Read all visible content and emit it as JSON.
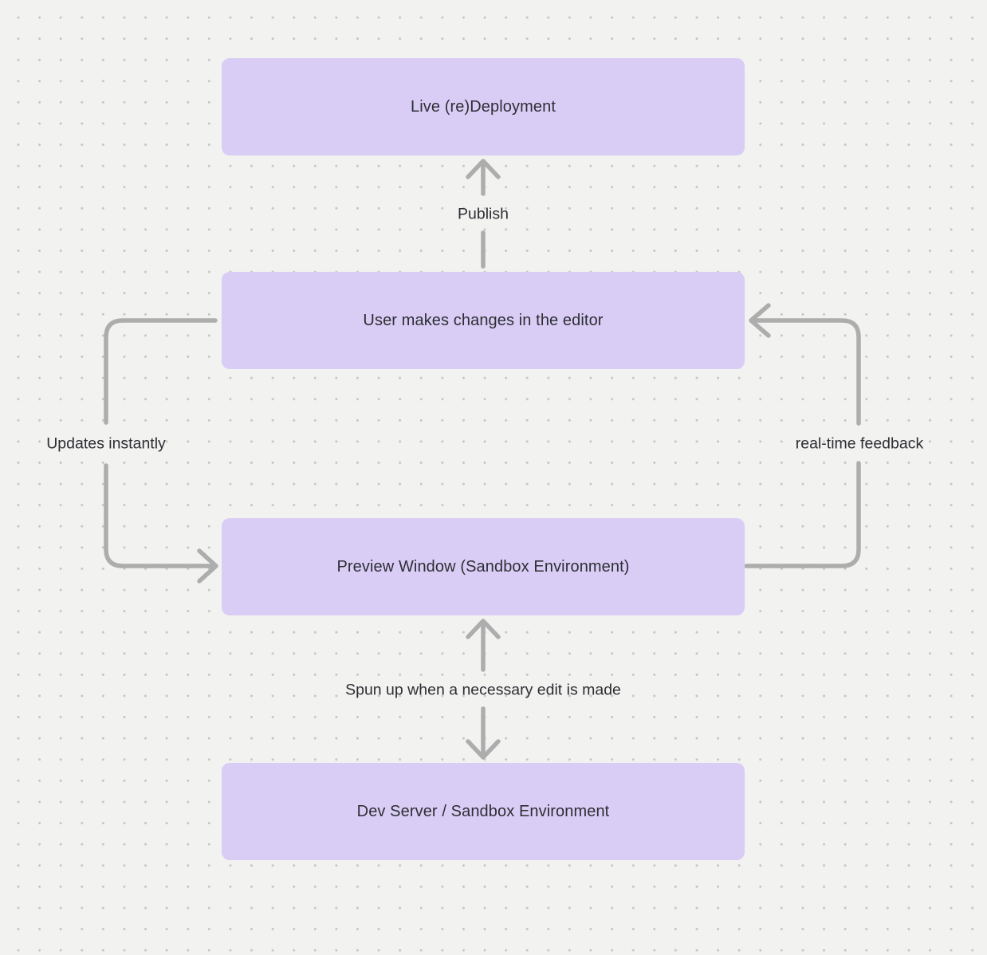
{
  "diagram": {
    "nodes": [
      {
        "id": "live-redeployment",
        "label": "Live (re)Deployment"
      },
      {
        "id": "editor-changes",
        "label": "User makes changes in the editor"
      },
      {
        "id": "preview-window",
        "label": "Preview Window (Sandbox Environment)"
      },
      {
        "id": "dev-server",
        "label": "Dev Server / Sandbox Environment"
      }
    ],
    "edges": [
      {
        "label": "Publish",
        "from": "editor-changes",
        "to": "live-redeployment",
        "direction": "up"
      },
      {
        "label": "Updates instantly",
        "from": "editor-changes",
        "to": "preview-window",
        "direction": "left-loop-down"
      },
      {
        "label": "real-time feedback",
        "from": "preview-window",
        "to": "editor-changes",
        "direction": "right-loop-up"
      },
      {
        "label": "Spun up when a necessary edit is made",
        "from": "preview-window",
        "to": "dev-server",
        "direction": "bidirectional"
      }
    ]
  },
  "colors": {
    "background": "#f2f2f1",
    "grid_dot": "#c7c7c7",
    "node_fill": "#d9cdf6",
    "text": "#2e2e34",
    "connector": "#adadad"
  }
}
